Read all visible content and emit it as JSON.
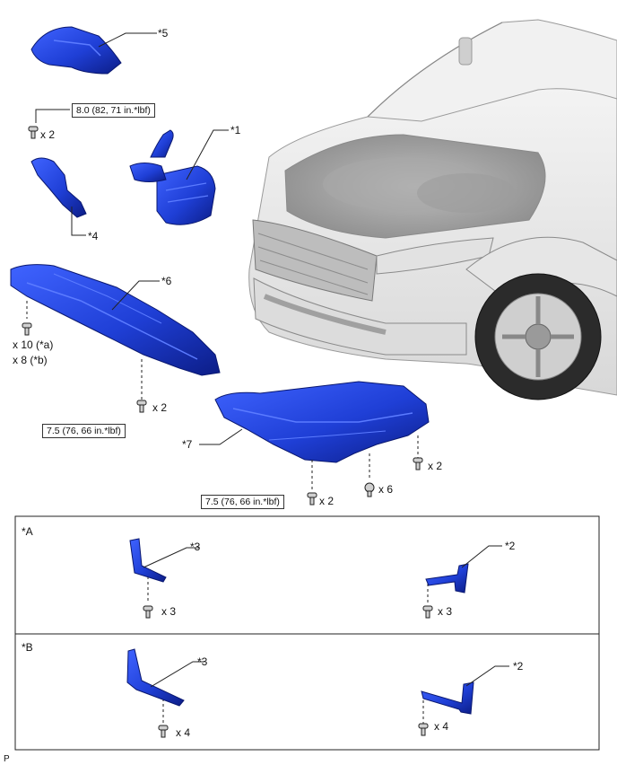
{
  "callouts": {
    "c1": "*1",
    "c2": "*2",
    "c3": "*3",
    "c4": "*4",
    "c5": "*5",
    "c6": "*6",
    "c7": "*7"
  },
  "torque": {
    "t_top": "8.0 (82, 71 in.*lbf)",
    "t_mid": "7.5 (76, 66 in.*lbf)",
    "t_bottom": "7.5 (76, 66 in.*lbf)"
  },
  "qty": {
    "q_x2_top": "x 2",
    "q_x10": "x 10 (*a)",
    "q_x8": "x 8 (*b)",
    "q_x2_mid": "x 2",
    "q_x2_right": "x 2",
    "q_x6": "x 6",
    "q_x2_bottom": "x 2",
    "q_x3_a_left": "x 3",
    "q_x3_a_right": "x 3",
    "q_x4_b_left": "x 4",
    "q_x4_b_right": "x 4"
  },
  "panels": {
    "a_tag": "*A",
    "b_tag": "*B"
  },
  "figure_code": "P",
  "colors": {
    "part_blue": "#1f3fd6",
    "part_dark": "#0d1f8a",
    "car_gray": "#c9c9c9",
    "line": "#222222"
  }
}
